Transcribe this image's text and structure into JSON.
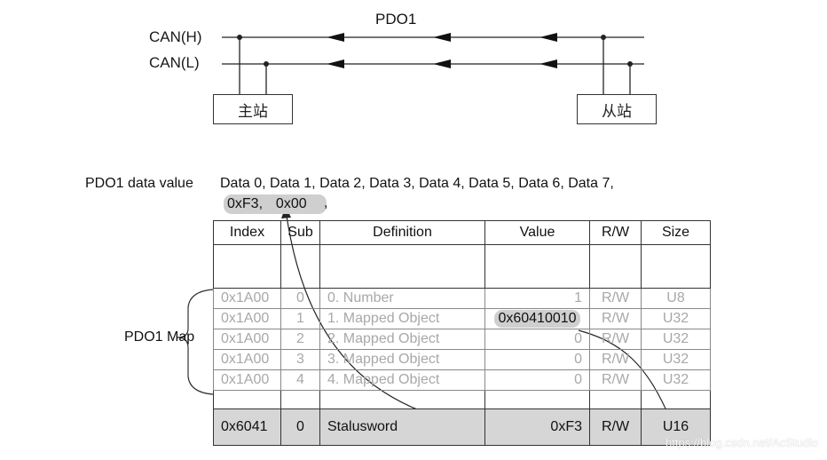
{
  "bus": {
    "title": "PDO1",
    "can_h": "CAN(H)",
    "can_l": "CAN(L)",
    "master": "主站",
    "slave": "从站"
  },
  "data_value": {
    "label": "PDO1 data value",
    "line1": "Data 0, Data 1, Data 2, Data 3, Data 4, Data 5, Data 6, Data 7,",
    "byte0": "0xF3,",
    "byte1": "0x00",
    "suffix": ","
  },
  "map_label": "PDO1 Map",
  "table": {
    "headers": [
      "Index",
      "Sub",
      "Definition",
      "Value",
      "R/W",
      "Size"
    ],
    "mapping_rows": [
      {
        "index": "0x1A00",
        "sub": "0",
        "definition": "0. Number",
        "value": "1",
        "rw": "R/W",
        "size": "U8"
      },
      {
        "index": "0x1A00",
        "sub": "1",
        "definition": "1. Mapped Object",
        "value": "0x60410010",
        "rw": "R/W",
        "size": "U32"
      },
      {
        "index": "0x1A00",
        "sub": "2",
        "definition": "2. Mapped Object",
        "value": "0",
        "rw": "R/W",
        "size": "U32"
      },
      {
        "index": "0x1A00",
        "sub": "3",
        "definition": "3. Mapped Object",
        "value": "0",
        "rw": "R/W",
        "size": "U32"
      },
      {
        "index": "0x1A00",
        "sub": "4",
        "definition": "4. Mapped Object",
        "value": "0",
        "rw": "R/W",
        "size": "U32"
      }
    ],
    "status_row": {
      "index": "0x6041",
      "sub": "0",
      "definition": "Stalusword",
      "value": "0xF3",
      "rw": "R/W",
      "size": "U16"
    }
  },
  "watermark": "https://blog.csdn.net/AcStudio"
}
